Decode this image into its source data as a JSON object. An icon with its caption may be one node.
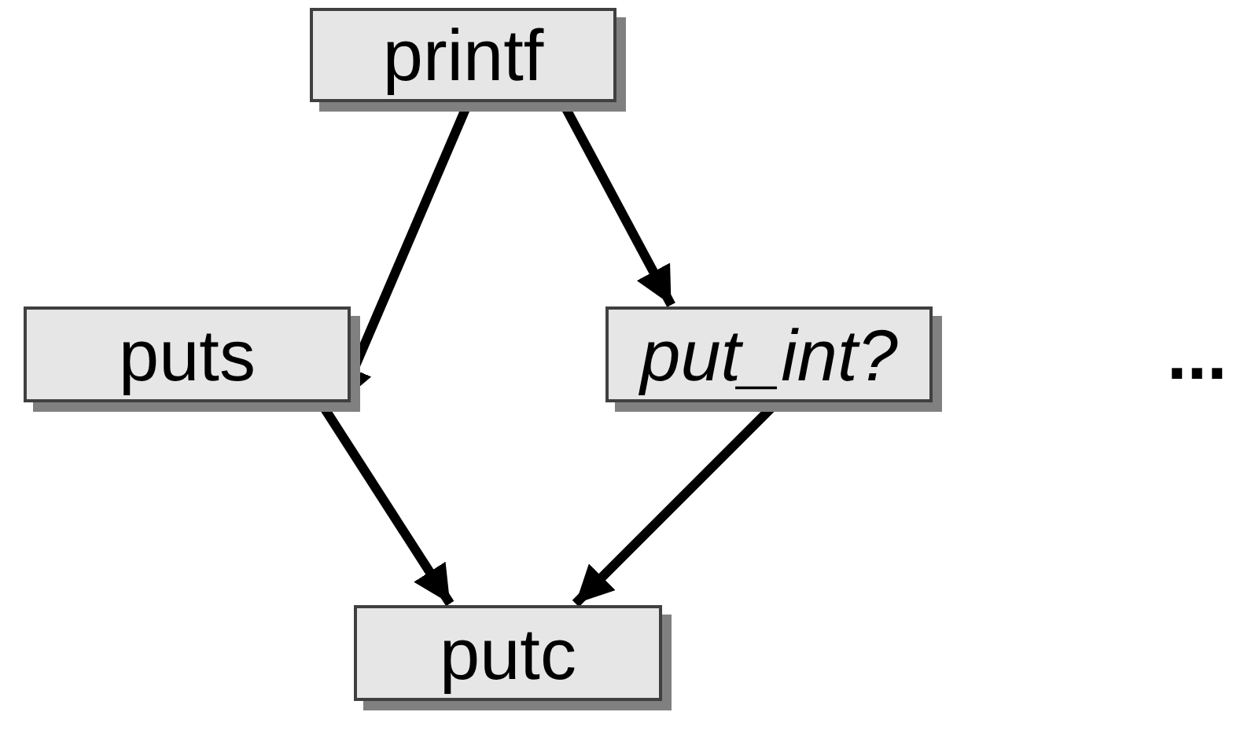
{
  "diagram": {
    "nodes": [
      {
        "text": [
          "printf"
        ]
      },
      {
        "text": [
          "puts"
        ]
      },
      {
        "text": [
          "put_int?"
        ]
      },
      {
        "text": [
          "putc"
        ]
      }
    ],
    "edges": [
      {
        "from": 0,
        "to": 1,
        "arrow": "to"
      },
      {
        "from": 0,
        "to": 2,
        "arrow": "to"
      },
      {
        "from": 1,
        "to": 3,
        "arrow": "to"
      },
      {
        "from": 2,
        "to": 3,
        "arrow": "to"
      }
    ],
    "labels": [
      "..."
    ]
  }
}
